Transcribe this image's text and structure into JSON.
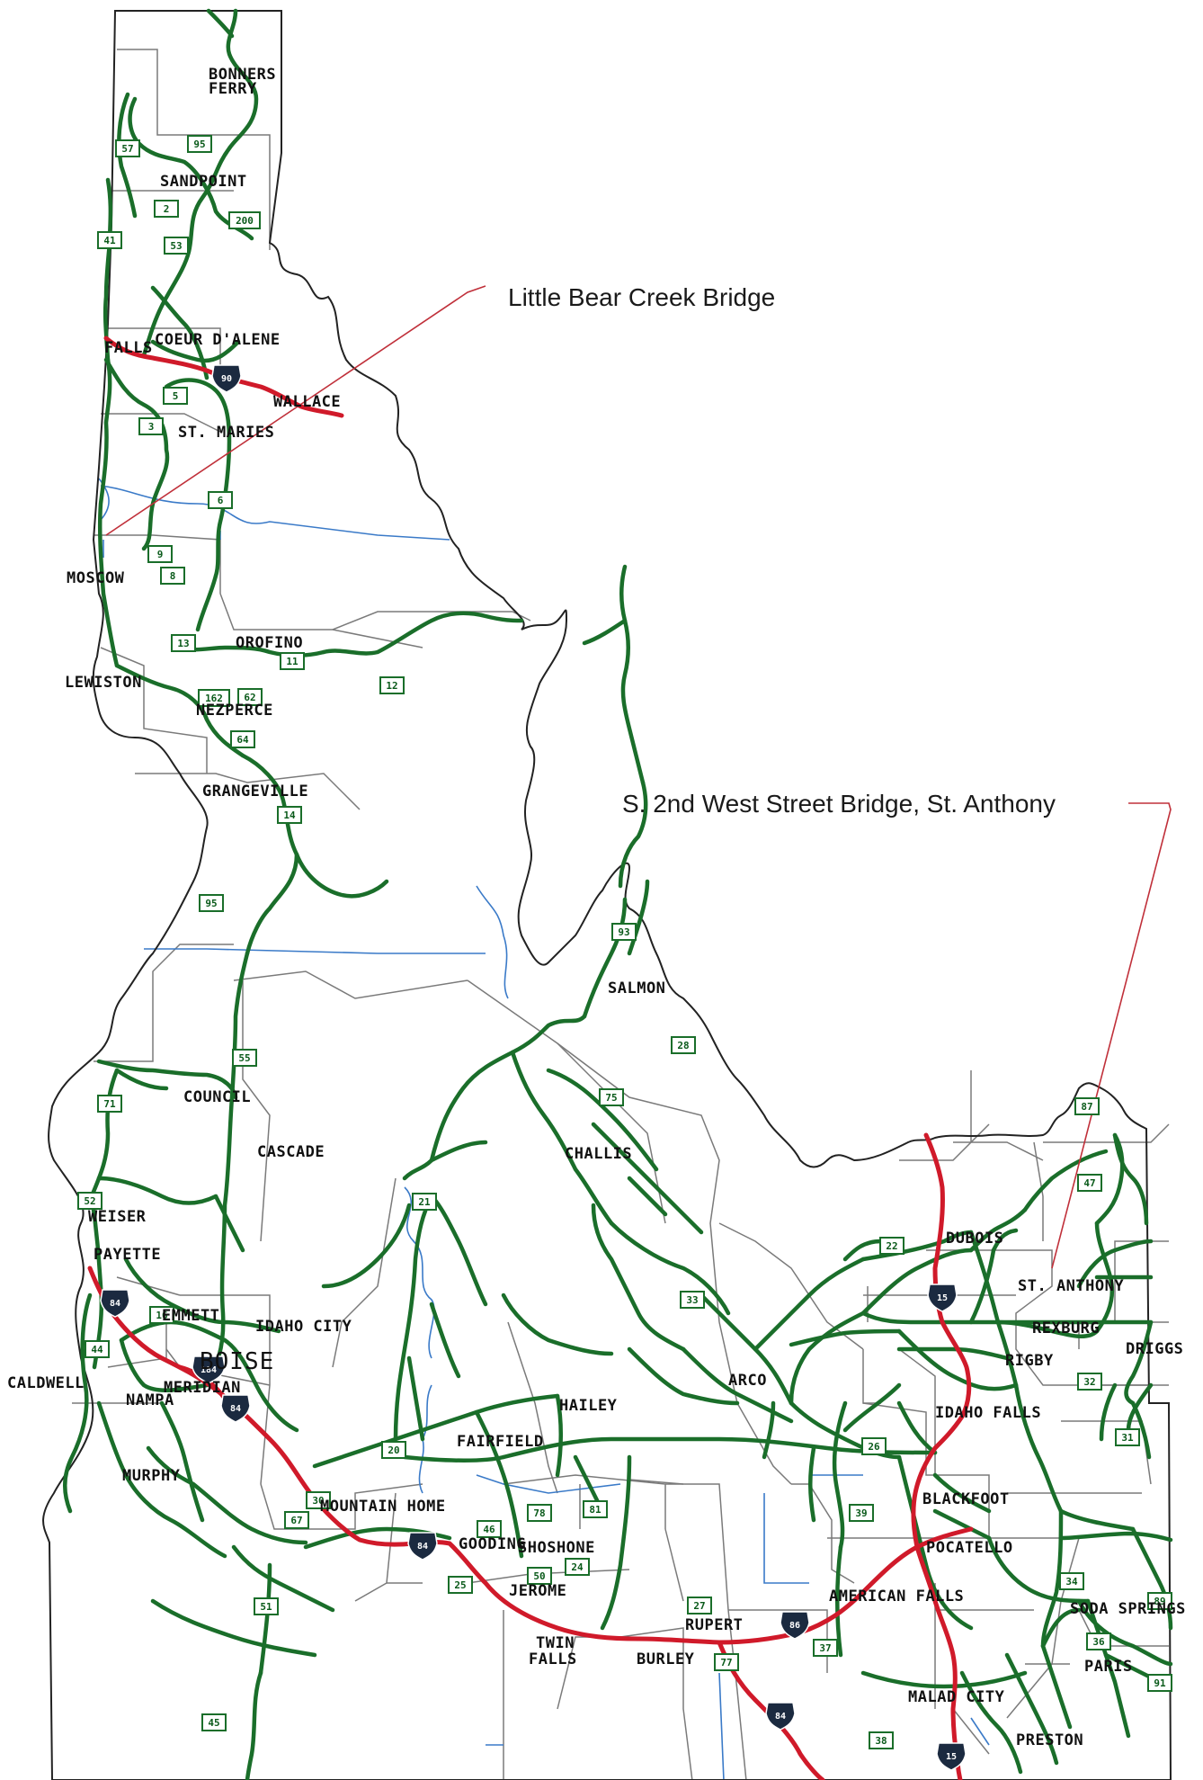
{
  "callouts": {
    "little_bear": "Little Bear Creek Bridge",
    "st_anthony": "S. 2nd West Street Bridge, St. Anthony"
  },
  "cities": {
    "bonners_ferry_1": "BONNERS",
    "bonners_ferry_2": "FERRY",
    "sandpoint": "SANDPOINT",
    "coeur_dalene": "COEUR D'ALENE",
    "post_falls": "FALLS",
    "wallace": "WALLACE",
    "st_maries": "ST. MARIES",
    "moscow": "MOSCOW",
    "orofino": "OROFINO",
    "lewiston": "LEWISTON",
    "nezperce": "NEZPERCE",
    "grangeville": "GRANGEVILLE",
    "salmon": "SALMON",
    "council": "COUNCIL",
    "cascade": "CASCADE",
    "challis": "CHALLIS",
    "weiser": "WEISER",
    "payette": "PAYETTE",
    "emmett": "EMMETT",
    "idaho_city": "IDAHO CITY",
    "boise": "BOISE",
    "caldwell": "CALDWELL",
    "nampa": "NAMPA",
    "meridian": "MERIDIAN",
    "hailey": "HAILEY",
    "arco": "ARCO",
    "dubois": "DUBOIS",
    "st_anthony": "ST. ANTHONY",
    "rexburg": "REXBURG",
    "driggs": "DRIGGS",
    "rigby": "RIGBY",
    "idaho_falls": "IDAHO FALLS",
    "murphy": "MURPHY",
    "fairfield": "FAIRFIELD",
    "mountain_home": "MOUNTAIN HOME",
    "gooding": "GOODING",
    "shoshone": "SHOSHONE",
    "blackfoot": "BLACKFOOT",
    "pocatello": "POCATELLO",
    "jerome": "JEROME",
    "american_falls": "AMERICAN FALLS",
    "soda_springs": "SODA SPRINGS",
    "rupert": "RUPERT",
    "twin_falls_1": "TWIN",
    "twin_falls_2": "FALLS",
    "burley": "BURLEY",
    "malad_city": "MALAD CITY",
    "paris": "PARIS",
    "preston": "PRESTON"
  },
  "shields": [
    {
      "id": "s95a",
      "label": "95"
    },
    {
      "id": "s2",
      "label": "2"
    },
    {
      "id": "s200",
      "label": "200"
    },
    {
      "id": "s57",
      "label": "57"
    },
    {
      "id": "s41",
      "label": "41"
    },
    {
      "id": "s53",
      "label": "53"
    },
    {
      "id": "s3",
      "label": "3"
    },
    {
      "id": "s5",
      "label": "5"
    },
    {
      "id": "s6",
      "label": "6"
    },
    {
      "id": "s8",
      "label": "8"
    },
    {
      "id": "s9",
      "label": "9"
    },
    {
      "id": "s11",
      "label": "11"
    },
    {
      "id": "s12",
      "label": "12"
    },
    {
      "id": "s13",
      "label": "13"
    },
    {
      "id": "s14",
      "label": "14"
    },
    {
      "id": "s162",
      "label": "162"
    },
    {
      "id": "s62",
      "label": "62"
    },
    {
      "id": "s64",
      "label": "64"
    },
    {
      "id": "s95b",
      "label": "95"
    },
    {
      "id": "s93",
      "label": "93"
    },
    {
      "id": "s28",
      "label": "28"
    },
    {
      "id": "s55",
      "label": "55"
    },
    {
      "id": "s71",
      "label": "71"
    },
    {
      "id": "s75",
      "label": "75"
    },
    {
      "id": "s21",
      "label": "21"
    },
    {
      "id": "s52",
      "label": "52"
    },
    {
      "id": "s44",
      "label": "44"
    },
    {
      "id": "s16",
      "label": "16"
    },
    {
      "id": "s20",
      "label": "20"
    },
    {
      "id": "s33",
      "label": "33"
    },
    {
      "id": "s22",
      "label": "22"
    },
    {
      "id": "s26",
      "label": "26"
    },
    {
      "id": "s31",
      "label": "31"
    },
    {
      "id": "s32",
      "label": "32"
    },
    {
      "id": "s87",
      "label": "87"
    },
    {
      "id": "s47",
      "label": "47"
    },
    {
      "id": "s39",
      "label": "39"
    },
    {
      "id": "s50",
      "label": "50"
    },
    {
      "id": "s51",
      "label": "51"
    },
    {
      "id": "s25",
      "label": "25"
    },
    {
      "id": "s27",
      "label": "27"
    },
    {
      "id": "s30",
      "label": "30"
    },
    {
      "id": "s34",
      "label": "34"
    },
    {
      "id": "s36",
      "label": "36"
    },
    {
      "id": "s37",
      "label": "37"
    },
    {
      "id": "s38",
      "label": "38"
    },
    {
      "id": "s46",
      "label": "46"
    },
    {
      "id": "s45",
      "label": "45"
    },
    {
      "id": "s24",
      "label": "24"
    },
    {
      "id": "s78",
      "label": "78"
    },
    {
      "id": "s81",
      "label": "81"
    },
    {
      "id": "s77",
      "label": "77"
    },
    {
      "id": "s89",
      "label": "89"
    },
    {
      "id": "s91",
      "label": "91"
    },
    {
      "id": "s67",
      "label": "67"
    }
  ],
  "interstates": [
    {
      "id": "i90",
      "label": "90"
    },
    {
      "id": "i84a",
      "label": "84"
    },
    {
      "id": "i184",
      "label": "184"
    },
    {
      "id": "i84b",
      "label": "84"
    },
    {
      "id": "i84c",
      "label": "84"
    },
    {
      "id": "i86",
      "label": "86"
    },
    {
      "id": "i84d",
      "label": "84"
    },
    {
      "id": "i15a",
      "label": "15"
    },
    {
      "id": "i15b",
      "label": "15"
    }
  ],
  "colors": {
    "state_highway": "#1a6e2a",
    "interstate": "#d01a2a",
    "border": "#222222",
    "county": "#777777",
    "water": "#3a7ac8",
    "callout_line": "#c0303a"
  }
}
